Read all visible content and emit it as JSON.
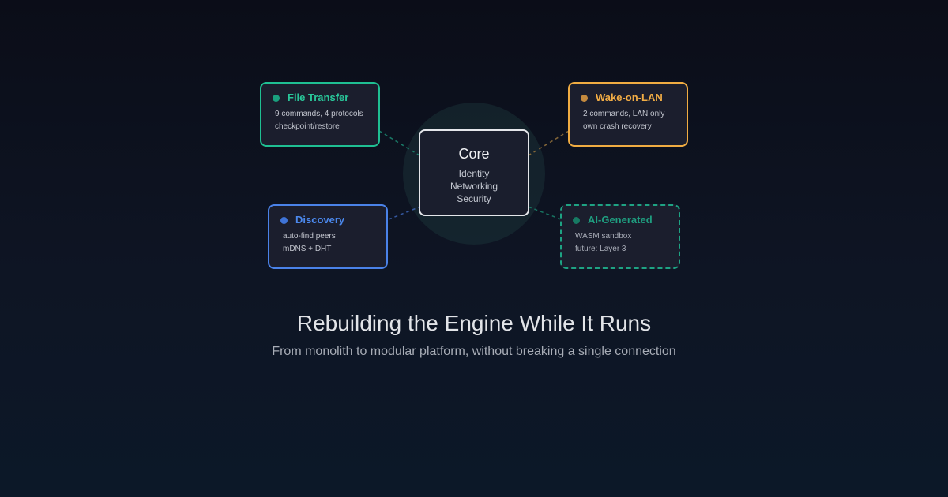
{
  "diagram": {
    "core": {
      "title": "Core",
      "lines": [
        "Identity",
        "Networking",
        "Security"
      ],
      "border_color": "#e4e6ea"
    },
    "modules": {
      "file_transfer": {
        "title": "File Transfer",
        "lines": [
          "9 commands, 4 protocols",
          "checkpoint/restore"
        ],
        "color": "#1fbf92"
      },
      "wake_on_lan": {
        "title": "Wake-on-LAN",
        "lines": [
          "2 commands, LAN only",
          "own crash recovery"
        ],
        "color": "#f0ac42"
      },
      "discovery": {
        "title": "Discovery",
        "lines": [
          "auto-find peers",
          "mDNS + DHT"
        ],
        "color": "#4a82e8"
      },
      "ai_generated": {
        "title": "AI-Generated",
        "lines": [
          "WASM sandbox",
          "future: Layer 3"
        ],
        "color": "#1ea383",
        "border_style": "dashed"
      }
    }
  },
  "headline": {
    "title": "Rebuilding the Engine While It Runs",
    "subtitle": "From monolith to modular platform, without breaking a single connection"
  }
}
